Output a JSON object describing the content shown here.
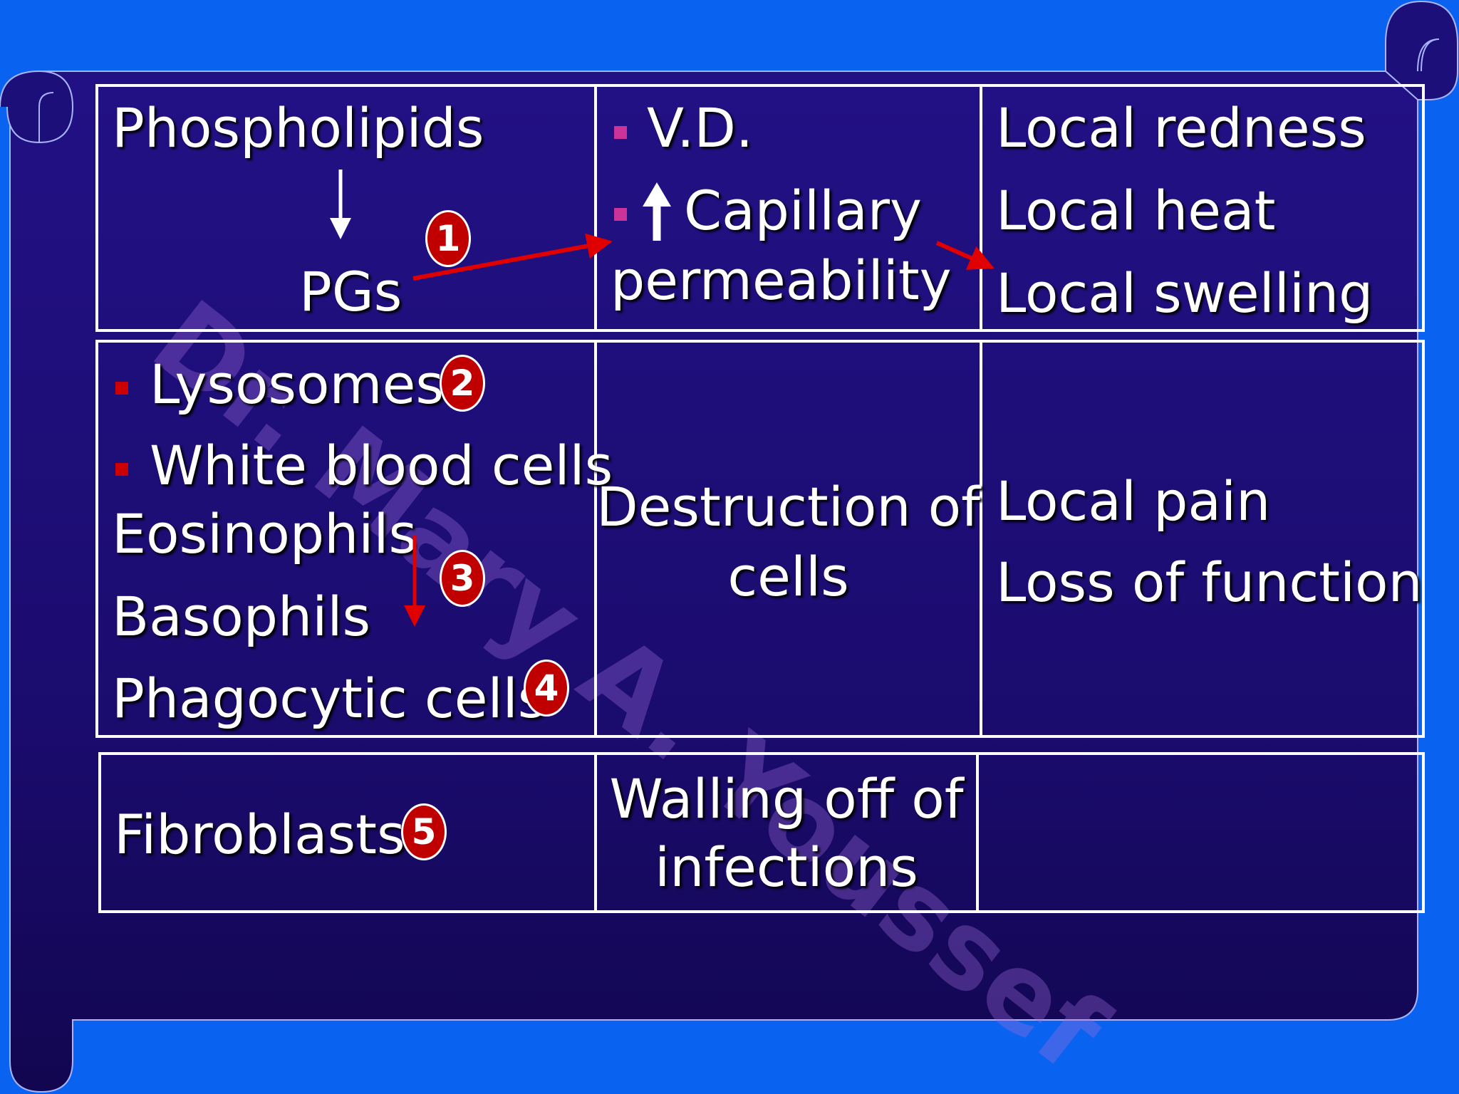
{
  "colors": {
    "background": "#0a63f0",
    "scroll_fill": "#1c0f7a",
    "grid_line": "#ffffff",
    "arrow_red": "#e00000",
    "bullet_magenta": "#cc3399",
    "bullet_red": "#cc0000",
    "badge_red": "#c00000"
  },
  "rows": [
    {
      "col1": {
        "phospholipids": "Phospholipids",
        "pgs": "PGs",
        "badge": "1"
      },
      "col2": {
        "vd": "V.D.",
        "capillary": "Capillary",
        "permeability": "permeability"
      },
      "col3": {
        "redness": "Local redness",
        "heat": "Local heat",
        "swelling": "Local swelling"
      }
    },
    {
      "col1": {
        "lysosomes": "Lysosomes",
        "badge_lysosomes": "2",
        "wbc": "White blood cells",
        "eosinophils": "Eosinophils",
        "basophils": "Basophils",
        "badge_eb": "3",
        "phagocytic": "Phagocytic cells",
        "badge_phagocytic": "4"
      },
      "col2": {
        "line1": "Destruction of",
        "line2": "cells"
      },
      "col3": {
        "pain": "Local pain",
        "loss": "Loss of function"
      }
    },
    {
      "col1": {
        "fibroblasts": "Fibroblasts",
        "badge": "5"
      },
      "col2": {
        "line1": "Walling off of",
        "line2": "infections"
      },
      "col3": {}
    }
  ],
  "watermark": "Dr. Mary A. Youssef",
  "icons": [
    "down-arrow-icon",
    "red-arrow-icon",
    "up-arrow-icon",
    "square-bullet-icon"
  ]
}
